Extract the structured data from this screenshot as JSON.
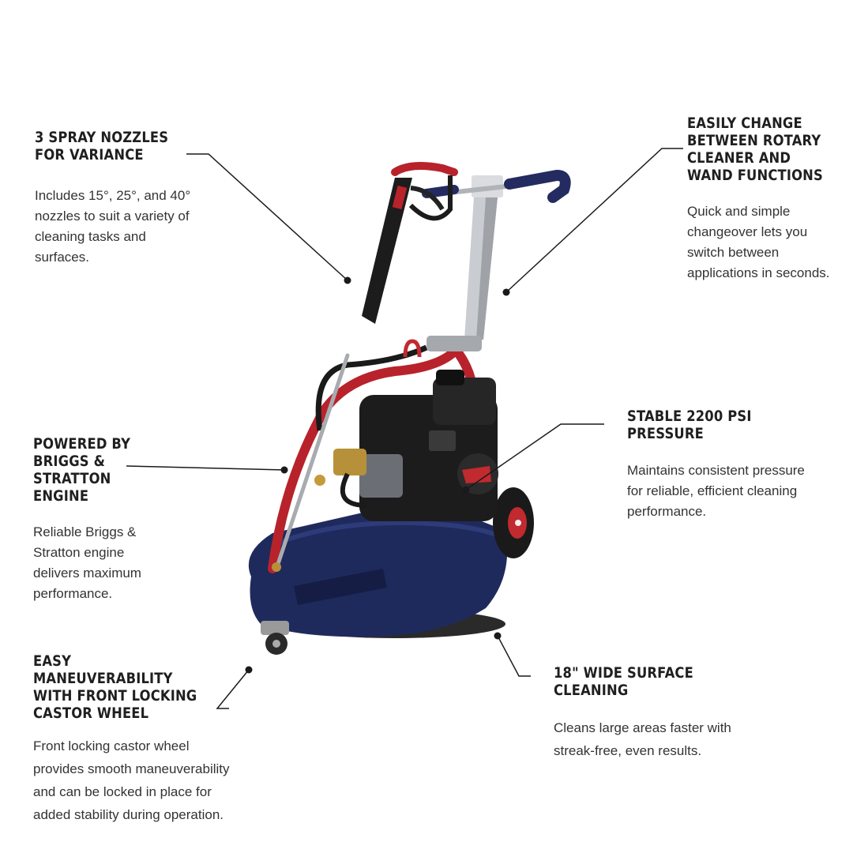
{
  "features": {
    "nozzles": {
      "title": "3 SPRAY NOZZLES\nFOR VARIANCE",
      "body": "Includes 15°, 25°, and 40°\nnozzles to suit a variety of\ncleaning tasks and\nsurfaces."
    },
    "change": {
      "title": "EASILY CHANGE\nBETWEEN ROTARY\nCLEANER AND\nWAND FUNCTIONS",
      "body": "Quick and simple\nchangeover lets you\nswitch between\napplications in seconds."
    },
    "engine": {
      "title": "POWERED BY\nBRIGGS &\nSTRATTON\nENGINE",
      "body": "Reliable Briggs &\nStratton engine\ndelivers maximum\nperformance."
    },
    "pressure": {
      "title": "STABLE 2200 PSI\nPRESSURE",
      "body": "Maintains consistent pressure\nfor reliable, efficient cleaning\nperformance."
    },
    "castor": {
      "title": "EASY\nMANEUVERABILITY\nWITH FRONT LOCKING\nCASTOR WHEEL",
      "body": "Front locking castor wheel\nprovides smooth maneuverability\nand can be locked in place for\nadded stability during operation."
    },
    "surface": {
      "title": "18\" WIDE SURFACE\nCLEANING",
      "body": "Cleans large areas faster with\nstreak-free, even results."
    }
  },
  "colors": {
    "deck_blue": "#1f2a5c",
    "frame_red": "#b8232b",
    "engine_black": "#1c1c1c",
    "line": "#1a1a1a"
  }
}
